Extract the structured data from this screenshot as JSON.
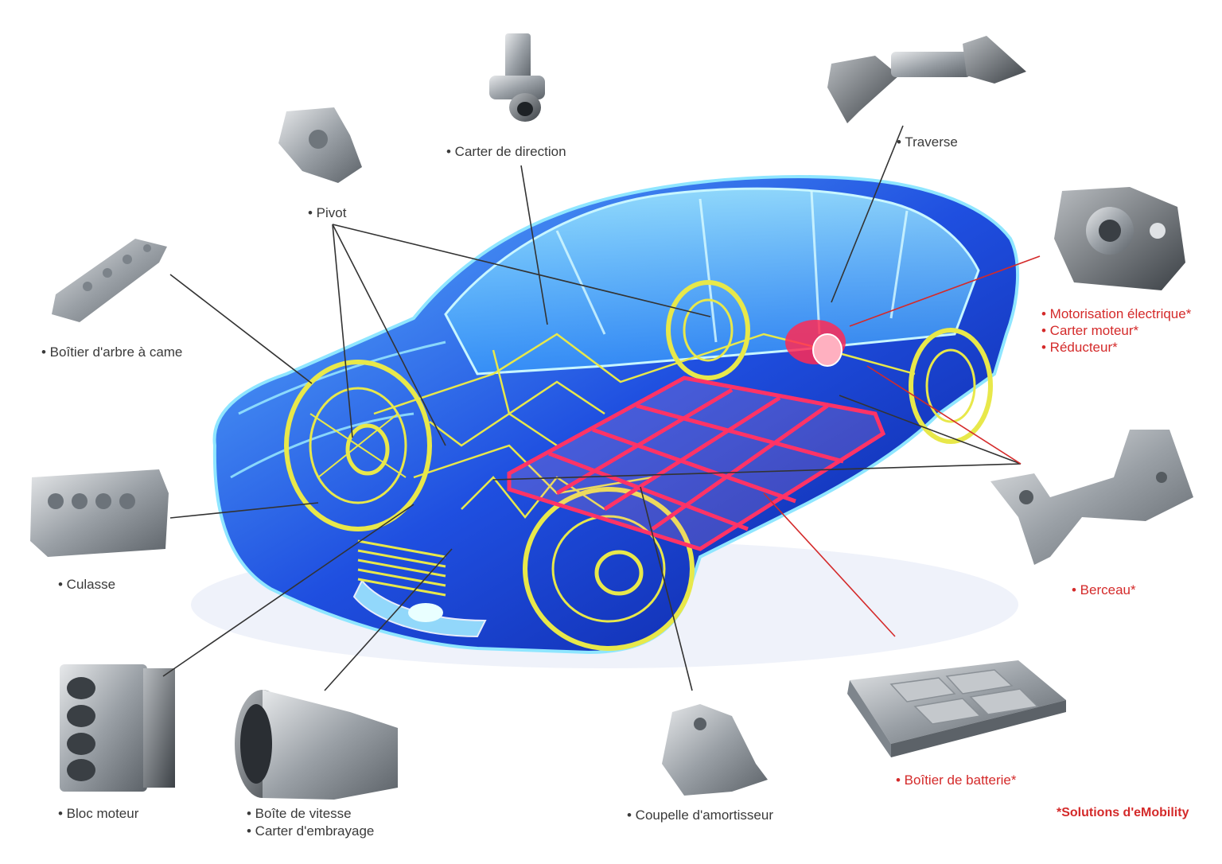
{
  "colors": {
    "leader": "#333333",
    "emobility": "#d42a2a",
    "text": "#3a3a3a",
    "car_body": "#1f4fe0",
    "car_glow": "#7fe8ff",
    "mechanics": "#e8e84a",
    "battery_frame": "#ff3366"
  },
  "labels": {
    "carter_direction": "• Carter de direction",
    "traverse": "• Traverse",
    "pivot": "• Pivot",
    "boitier_arbre": "• Boîtier d'arbre à came",
    "motorisation": "• Motorisation  électrique*",
    "carter_moteur": "• Carter moteur*",
    "reducteur": "• Réducteur*",
    "culasse": "• Culasse",
    "berceau": "• Berceau*",
    "bloc_moteur": "• Bloc moteur",
    "boite_vitesse": "• Boîte de vitesse",
    "carter_embrayage": "• Carter d'embrayage",
    "coupelle": "• Coupelle d'amortisseur",
    "boitier_batterie": "• Boîtier de batterie*"
  },
  "footnote": "*Solutions d'eMobility"
}
